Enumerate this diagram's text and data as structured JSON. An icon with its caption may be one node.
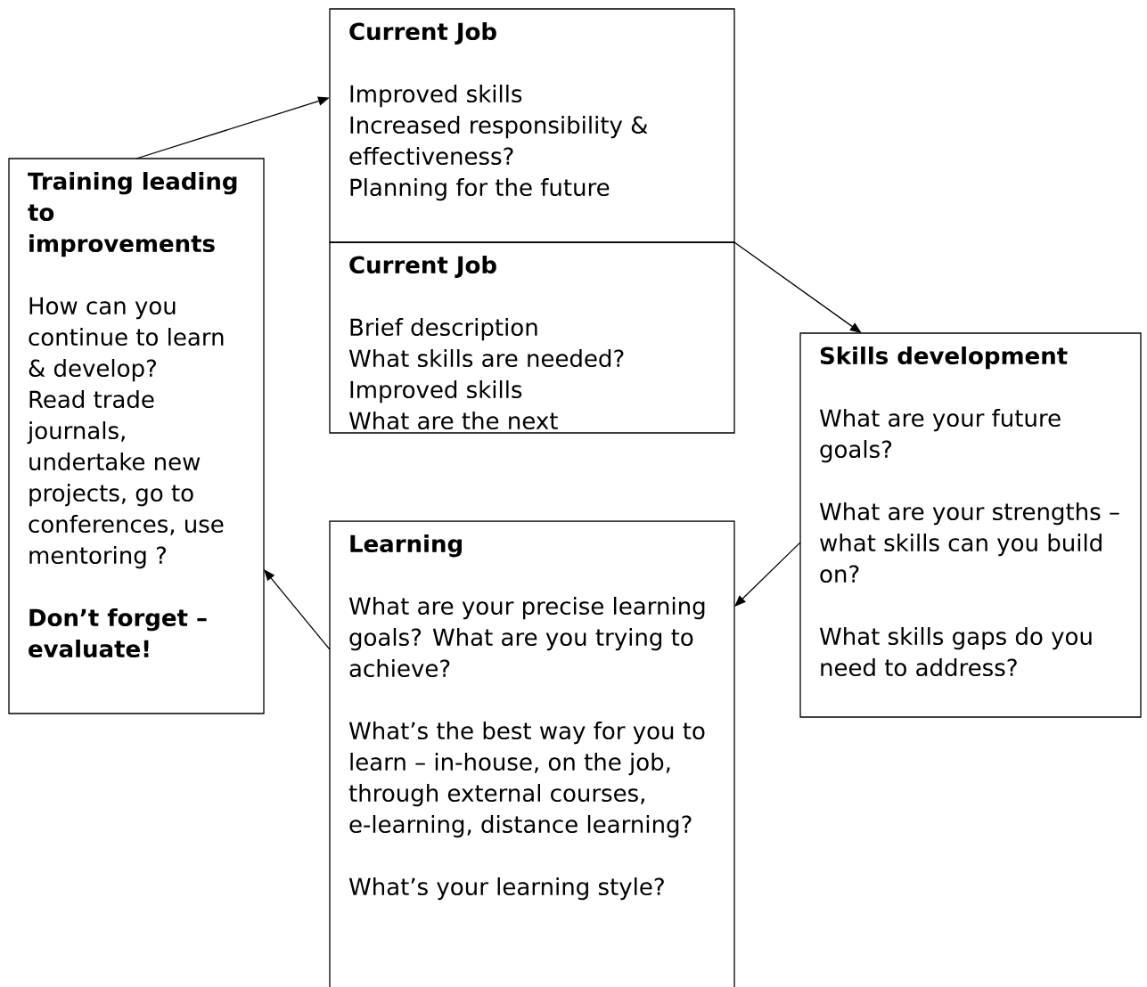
{
  "diagram": {
    "nodes": [
      {
        "text": [
          "Current Job",
          "Improved skills",
          "Increased responsibility & effectiveness?",
          "Planning for the future"
        ]
      },
      {
        "text": [
          "Current Job",
          "Brief description",
          "What skills are needed?",
          "Improved skills",
          "What are the next"
        ]
      },
      {
        "text": [
          "Skills development",
          "What are your future goals?",
          "What are your strengths – what skills can you build on?",
          "What skills gaps do you need to address?"
        ]
      },
      {
        "text": [
          "Learning",
          "What are your precise learning goals? What are you trying to achieve?",
          "What’s the best way for you to learn – in-house, on the job, through external courses, e-learning, distance learning?",
          "What’s your learning style?"
        ]
      },
      {
        "text": [
          "Training leading to improvements",
          "How can you continue to learn & develop?",
          "Read trade journals, undertake new projects, go to conferences, use mentoring ?",
          "Don’t forget – evaluate!"
        ]
      }
    ],
    "edges": [
      {
        "from": 4,
        "to": 0,
        "arrow": "to"
      },
      {
        "from": 0,
        "to": 2,
        "arrow": "to"
      },
      {
        "from": 2,
        "to": 3,
        "arrow": "to"
      },
      {
        "from": 3,
        "to": 4,
        "arrow": "to"
      }
    ]
  }
}
